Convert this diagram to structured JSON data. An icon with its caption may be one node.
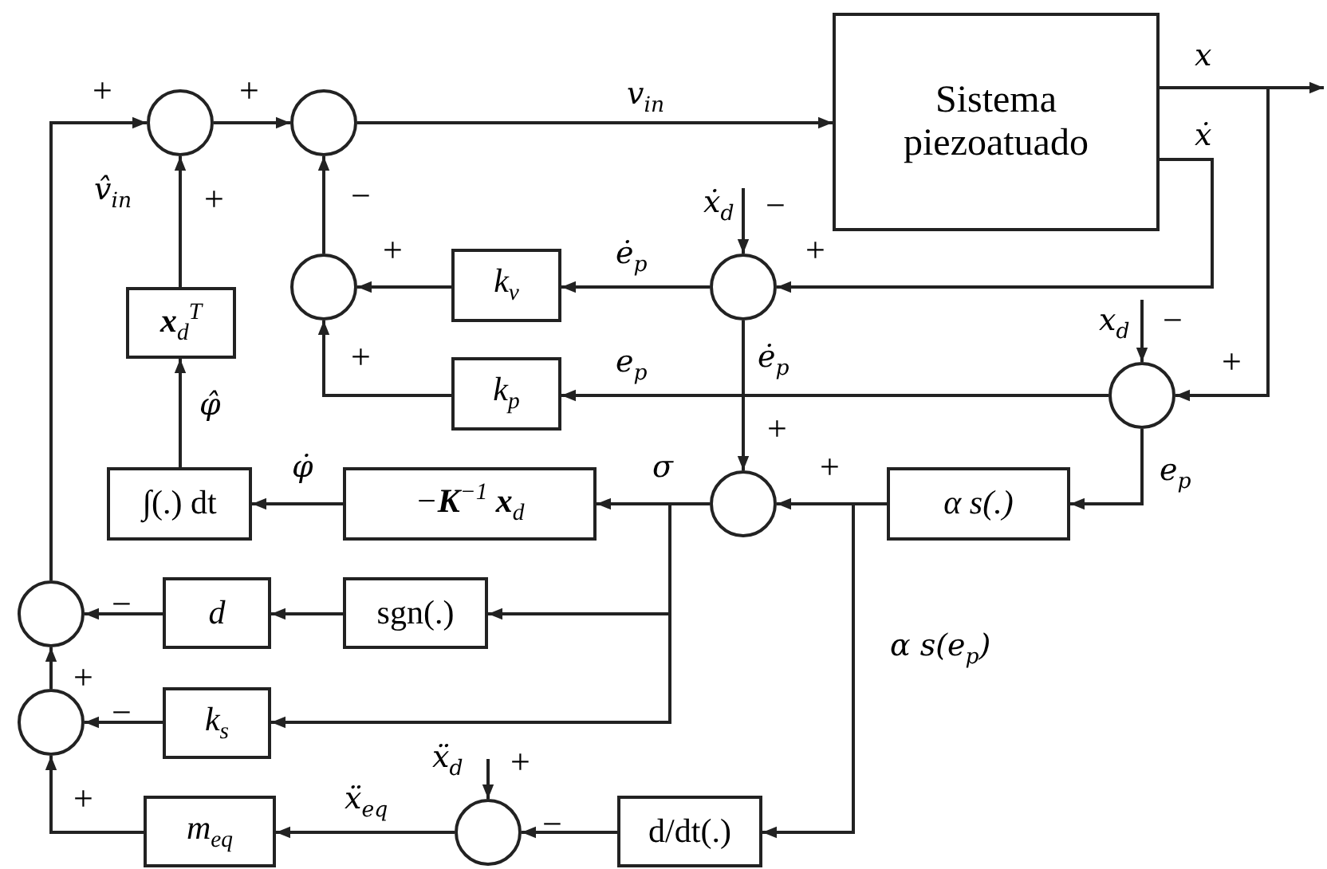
{
  "diagram": {
    "nodes": [
      {
        "text": [],
        "shape": "circle"
      },
      {
        "text": [],
        "shape": "circle"
      },
      {
        "text": [
          "Sistema piezoatuado"
        ]
      },
      {
        "text": [],
        "shape": "circle"
      },
      {
        "text": [
          "k$_{v}$"
        ]
      },
      {
        "text": [],
        "shape": "circle"
      },
      {
        "text": [
          "**x**$_{d}$$^{T}$"
        ]
      },
      {
        "text": [
          "k$_{p}$"
        ]
      },
      {
        "text": [],
        "shape": "circle"
      },
      {
        "text": [
          "∫(.) dt"
        ]
      },
      {
        "text": [
          "−**K**$^{−1}$ **x**$_{d}$"
        ]
      },
      {
        "text": [],
        "shape": "circle"
      },
      {
        "text": [
          "α s(.)"
        ]
      },
      {
        "text": [],
        "shape": "circle"
      },
      {
        "text": [
          "d"
        ]
      },
      {
        "text": [
          "sgn(.)"
        ]
      },
      {
        "text": [],
        "shape": "circle"
      },
      {
        "text": [
          "k$_{s}$"
        ]
      },
      {
        "text": [
          "m$_{eq}$"
        ]
      },
      {
        "text": [],
        "shape": "circle"
      },
      {
        "text": [
          "d/dt(.)"
        ]
      }
    ],
    "edges": [
      {
        "from": 0,
        "to": 1,
        "arrow": "to"
      },
      {
        "from": 1,
        "to": 2,
        "arrow": "to",
        "label": "v$_{in}$"
      },
      {
        "from": 2,
        "to": null,
        "arrow": "to",
        "label": "x"
      },
      {
        "from": 2,
        "to": 5,
        "arrow": "to",
        "label": "ẋ"
      },
      {
        "from": 2,
        "to": 8,
        "arrow": "to"
      },
      {
        "from": null,
        "to": 5,
        "arrow": "to",
        "label": "ẋ$_{d}$"
      },
      {
        "from": 5,
        "to": 4,
        "arrow": "to",
        "label": "ė$_{p}$"
      },
      {
        "from": 4,
        "to": 3,
        "arrow": "to"
      },
      {
        "from": 3,
        "to": 1,
        "arrow": "to"
      },
      {
        "from": null,
        "to": 8,
        "arrow": "to",
        "label": "x$_{d}$"
      },
      {
        "from": 8,
        "to": 7,
        "arrow": "to",
        "label": "e$_{p}$"
      },
      {
        "from": 7,
        "to": 3,
        "arrow": "to"
      },
      {
        "from": 6,
        "to": 0,
        "arrow": "to",
        "label": "v̂$_{in}$"
      },
      {
        "from": 9,
        "to": 6,
        "arrow": "to",
        "label": "φ̂"
      },
      {
        "from": 10,
        "to": 9,
        "arrow": "to",
        "label": "φ̇"
      },
      {
        "from": 11,
        "to": 10,
        "arrow": "to",
        "label": "σ"
      },
      {
        "from": 11,
        "to": 15,
        "arrow": "to"
      },
      {
        "from": 11,
        "to": 17,
        "arrow": "to"
      },
      {
        "from": 15,
        "to": 14,
        "arrow": "to"
      },
      {
        "from": 14,
        "to": 13,
        "arrow": "to"
      },
      {
        "from": 17,
        "to": 16,
        "arrow": "to"
      },
      {
        "from": 16,
        "to": 13,
        "arrow": "to"
      },
      {
        "from": 13,
        "to": 0,
        "arrow": "to"
      },
      {
        "from": 8,
        "to": 12,
        "arrow": "to",
        "label": "e$_{p}$"
      },
      {
        "from": 12,
        "to": 11,
        "arrow": "to"
      },
      {
        "from": 12,
        "to": 20,
        "arrow": "to",
        "label": "α s(e$_{p}$)"
      },
      {
        "from": 5,
        "to": 11,
        "arrow": "to",
        "label": "ė$_{p}$"
      },
      {
        "from": null,
        "to": 19,
        "arrow": "to",
        "label": "ẍ$_{d}$"
      },
      {
        "from": 20,
        "to": 19,
        "arrow": "to"
      },
      {
        "from": 19,
        "to": 18,
        "arrow": "to",
        "label": "ẍ$_{eq}$"
      },
      {
        "from": 18,
        "to": 16,
        "arrow": "to"
      }
    ],
    "labels": [
      "+",
      "+",
      "+",
      "−",
      "−",
      "+",
      "+",
      "+",
      "−",
      "+",
      "+",
      "+",
      "−",
      "+",
      "−",
      "+",
      "+",
      "−"
    ]
  }
}
